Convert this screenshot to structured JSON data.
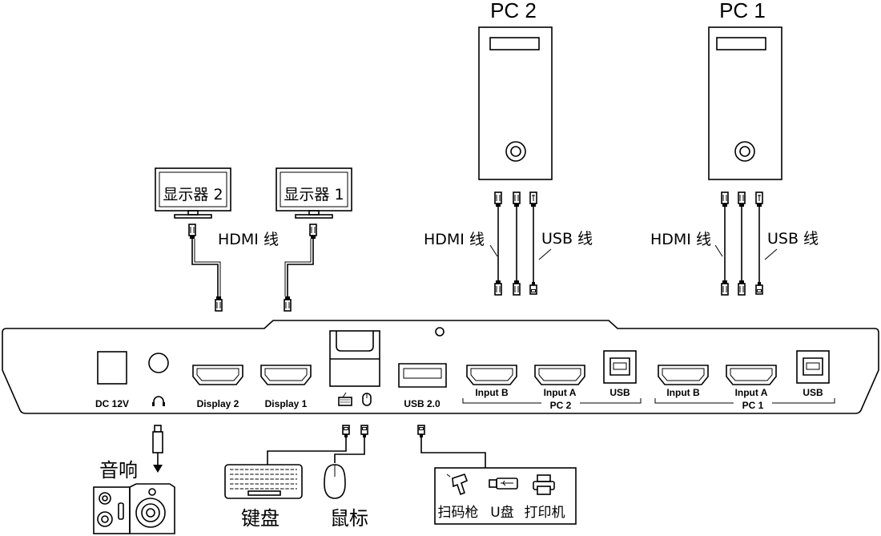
{
  "pcs": [
    {
      "id": "pc2",
      "label": "PC 2"
    },
    {
      "id": "pc1",
      "label": "PC 1"
    }
  ],
  "monitors": [
    {
      "id": "monitor2",
      "label": "显示器 2"
    },
    {
      "id": "monitor1",
      "label": "显示器 1"
    }
  ],
  "cable_labels": {
    "hdmi": "HDMI 线",
    "usb": "USB 线"
  },
  "ports": {
    "dc": "DC 12V",
    "display2": "Display 2",
    "display1": "Display 1",
    "usb20": "USB 2.0",
    "pc2_input_b": "Input B",
    "pc2_input_a": "Input A",
    "pc2_usb": "USB",
    "pc2_group": "PC 2",
    "pc1_input_b": "Input B",
    "pc1_input_a": "Input A",
    "pc1_usb": "USB",
    "pc1_group": "PC 1"
  },
  "peripherals": {
    "speaker": "音响",
    "keyboard": "键盘",
    "mouse": "鼠标",
    "scanner": "扫码枪",
    "udisk": "U盘",
    "printer": "打印机"
  }
}
